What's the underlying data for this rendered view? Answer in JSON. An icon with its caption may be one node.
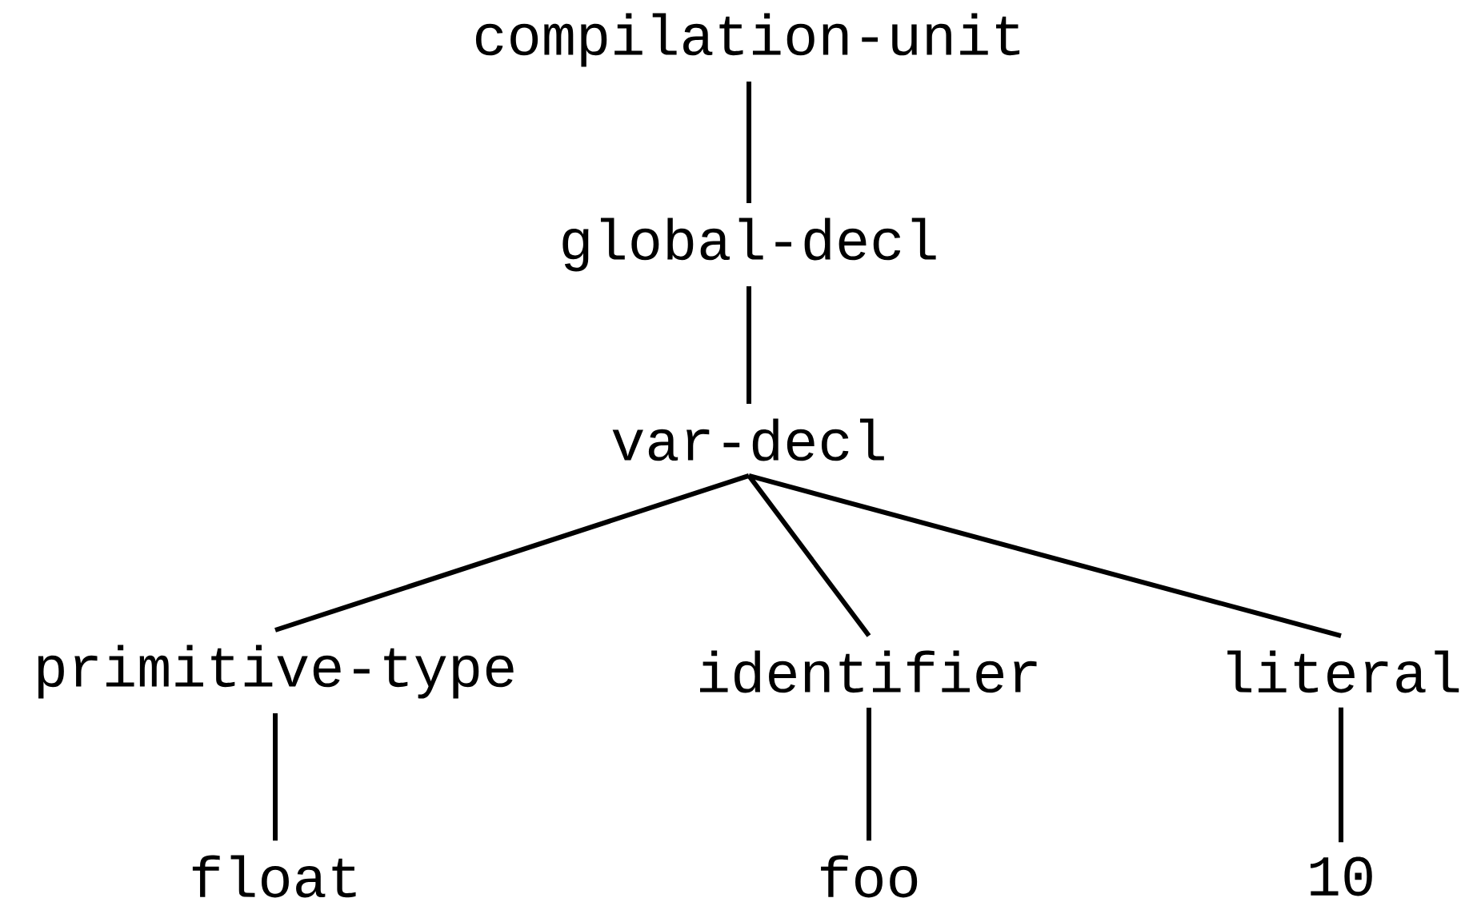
{
  "diagram": {
    "nodes": [
      {
        "text": [
          "compilation-unit"
        ]
      },
      {
        "text": [
          "global-decl"
        ]
      },
      {
        "text": [
          "var-decl"
        ]
      },
      {
        "text": [
          "primitive-type"
        ]
      },
      {
        "text": [
          "identifier"
        ]
      },
      {
        "text": [
          "literal"
        ]
      },
      {
        "text": [
          "float"
        ]
      },
      {
        "text": [
          "foo"
        ]
      },
      {
        "text": [
          "10"
        ]
      }
    ],
    "edges": [
      {
        "from": 0,
        "to": 1,
        "arrow": "none"
      },
      {
        "from": 1,
        "to": 2,
        "arrow": "none"
      },
      {
        "from": 2,
        "to": 3,
        "arrow": "none"
      },
      {
        "from": 2,
        "to": 4,
        "arrow": "none"
      },
      {
        "from": 2,
        "to": 5,
        "arrow": "none"
      },
      {
        "from": 3,
        "to": 6,
        "arrow": "none"
      },
      {
        "from": 4,
        "to": 7,
        "arrow": "none"
      },
      {
        "from": 5,
        "to": 8,
        "arrow": "none"
      }
    ]
  }
}
